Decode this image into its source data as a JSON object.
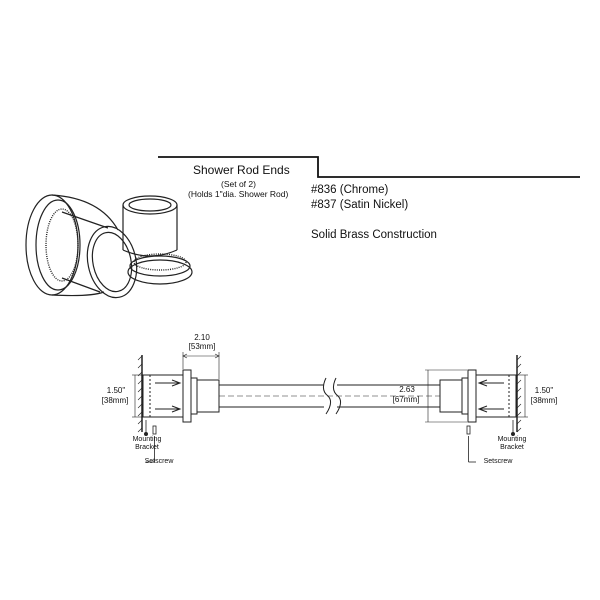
{
  "header": {
    "title": "Shower Rod Ends",
    "subtitle_set": "(Set of 2)",
    "subtitle_holds": "(Holds 1\"dia. Shower Rod)"
  },
  "specs": {
    "model_chrome": "#836 (Chrome)",
    "model_satin": "#837 (Satin Nickel)",
    "construction": "Solid Brass Construction"
  },
  "dimensions": {
    "width_in": "2.10",
    "width_mm": "[53mm]",
    "left_height_in": "1.50\"",
    "left_height_mm": "[38mm]",
    "right_height_in": "1.50\"",
    "right_height_mm": "[38mm]",
    "depth_in": "2.63",
    "depth_mm": "[67mm]"
  },
  "callouts": {
    "left_bracket_1": "Mounting",
    "left_bracket_2": "Bracket",
    "left_setscrew": "Setscrew",
    "right_bracket_1": "Mounting",
    "right_bracket_2": "Bracket",
    "right_setscrew": "Setscrew"
  }
}
